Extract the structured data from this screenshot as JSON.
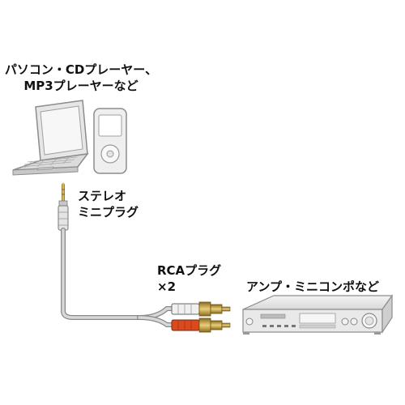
{
  "labels": {
    "source_line1": "パソコン・CDプレーヤー、",
    "source_line2": "MP3プレーヤーなど",
    "stereo_line1": "ステレオ",
    "stereo_line2": "ミニプラグ",
    "rca_line1": "RCAプラグ",
    "rca_line2": "×2",
    "amp": "アンプ・ミニコンポなど"
  },
  "colors": {
    "cable": "#bdbdbd",
    "rca_white": "#e8e8e8",
    "rca_red": "#d94a1e",
    "plug_gold": "#c9a64a",
    "device_outline": "#9a9a9a",
    "device_fill": "#eeeeee"
  }
}
